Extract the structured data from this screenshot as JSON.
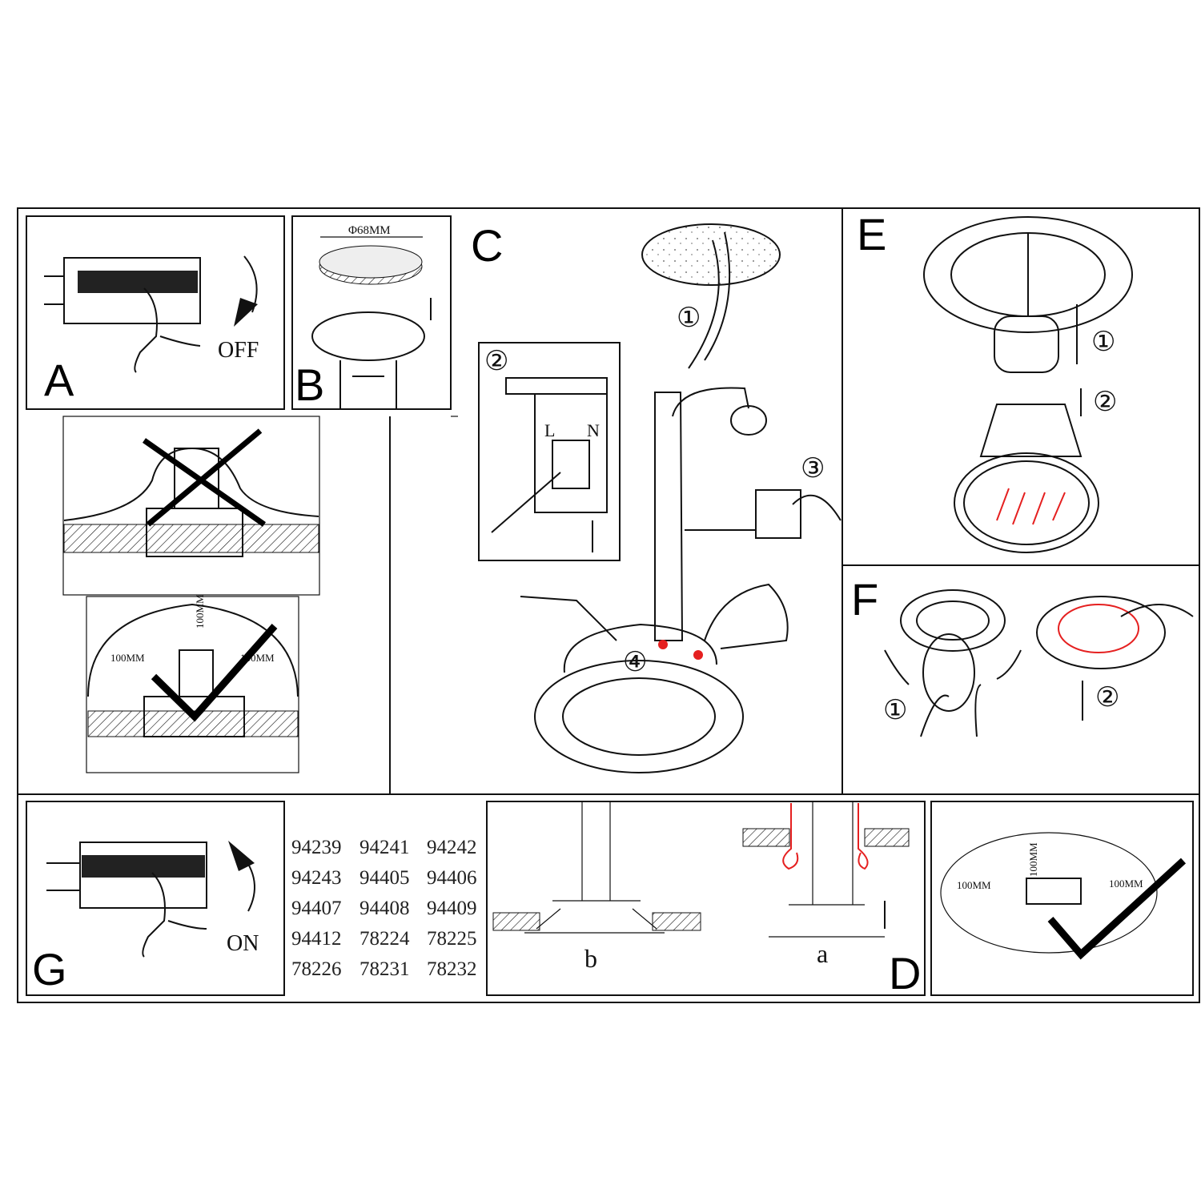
{
  "panels": {
    "a": {
      "letter": "A",
      "action": "OFF"
    },
    "b": {
      "letter": "B",
      "diameter": "Φ68MM"
    },
    "c": {
      "letter": "C",
      "steps": [
        "①",
        "②",
        "③",
        "④"
      ],
      "terminal_labels": [
        "L",
        "N"
      ]
    },
    "e": {
      "letter": "E",
      "steps": [
        "①",
        "②"
      ]
    },
    "f": {
      "letter": "F",
      "steps": [
        "①",
        "②"
      ]
    },
    "g": {
      "letter": "G",
      "action": "ON"
    },
    "d": {
      "letter": "D",
      "sub_b": "b",
      "sub_a": "a"
    },
    "clearance": {
      "distance": "100MM"
    }
  },
  "model_numbers": [
    [
      "94239",
      "94241",
      "94242"
    ],
    [
      "94243",
      "94405",
      "94406"
    ],
    [
      "94407",
      "94408",
      "94409"
    ],
    [
      "94412",
      "78224",
      "78225"
    ],
    [
      "78226",
      "78231",
      "78232"
    ]
  ],
  "colors": {
    "line": "#111111",
    "accent_red": "#e52020"
  }
}
